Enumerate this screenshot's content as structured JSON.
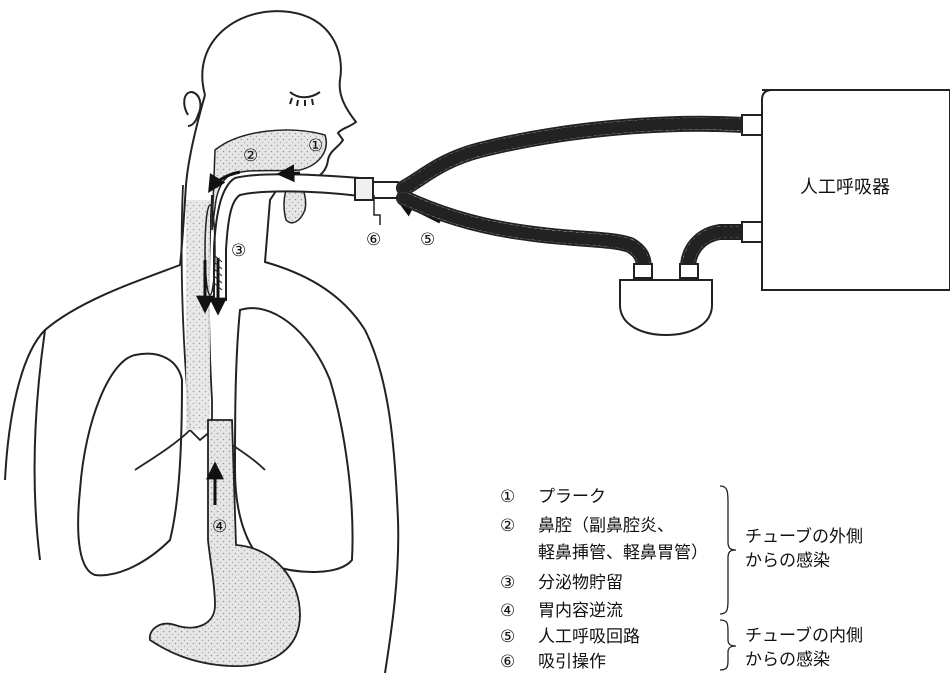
{
  "ventilator": {
    "label": "人工呼吸器"
  },
  "markers": [
    "①",
    "②",
    "③",
    "④",
    "⑤",
    "⑥"
  ],
  "legend": {
    "items": [
      {
        "num": "①",
        "text": "プラーク"
      },
      {
        "num": "②",
        "text": "鼻腔（副鼻腔炎、"
      },
      {
        "num": "",
        "text": "軽鼻挿管、軽鼻胃管）"
      },
      {
        "num": "③",
        "text": "分泌物貯留"
      },
      {
        "num": "④",
        "text": "胃内容逆流"
      },
      {
        "num": "⑤",
        "text": "人工呼吸回路"
      },
      {
        "num": "⑥",
        "text": "吸引操作"
      }
    ],
    "group_outside": {
      "line1": "チューブの外側",
      "line2": "からの感染"
    },
    "group_inside": {
      "line1": "チューブの内側",
      "line2": "からの感染"
    }
  }
}
